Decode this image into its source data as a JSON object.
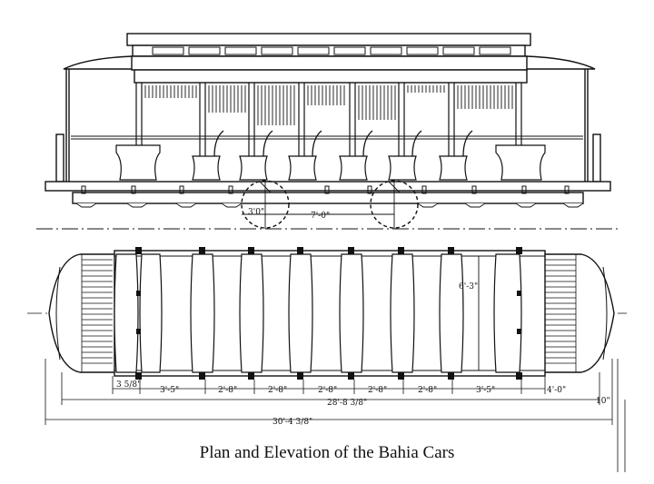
{
  "caption": "Plan and Elevation of the Bahia Cars",
  "elevation": {
    "wheel_dimension_left": "3'0\"",
    "wheelbase": "7'-0\""
  },
  "plan": {
    "width": "6'-3\"",
    "segment_dimensions": [
      "3 5/8\"",
      "3'-5\"",
      "2'-8\"",
      "2'-8\"",
      "2'-8\"",
      "2'-8\"",
      "2'-8\"",
      "3'-5\"",
      "4'-0\""
    ],
    "over_body": "28'-8 3/8\"",
    "end_clearance": "10\"",
    "overall_length": "30'-4 3/8\""
  }
}
